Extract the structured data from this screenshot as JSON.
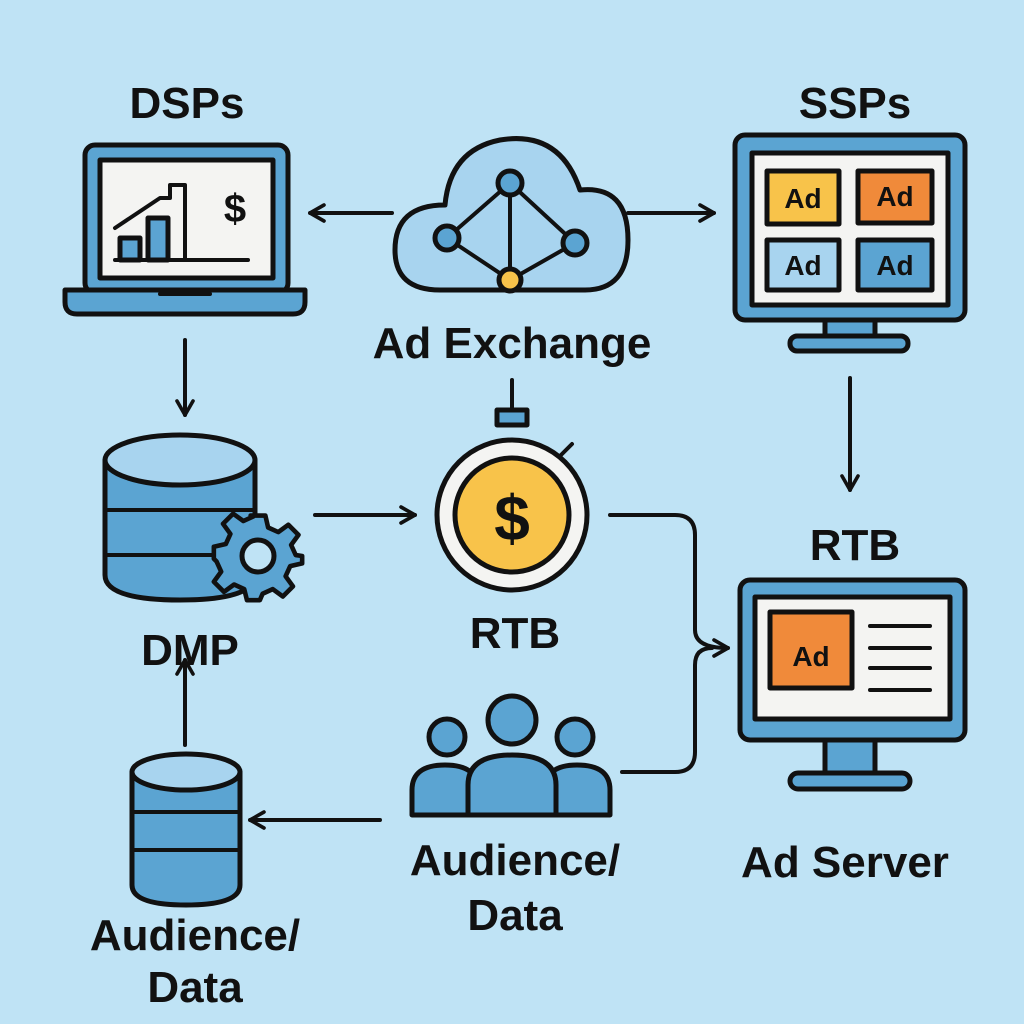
{
  "labels": {
    "dsps": "DSPs",
    "ssps": "SSPs",
    "ad_exchange": "Ad Exchange",
    "dmp": "DMP",
    "rtb_center": "RTB",
    "rtb_right": "RTB",
    "ad_server": "Ad Server",
    "audience_center_1": "Audience/",
    "audience_center_2": "Data",
    "audience_left_1": "Audience/",
    "audience_left_2": "Data"
  },
  "ads": {
    "ad1": "Ad",
    "ad2": "Ad",
    "ad3": "Ad",
    "ad4": "Ad",
    "ad_server": "Ad"
  },
  "symbols": {
    "dollar_laptop": "$",
    "dollar_rtb": "$"
  },
  "icons": [
    "laptop-chart-icon",
    "cloud-network-icon",
    "monitor-ads-icon",
    "database-gear-icon",
    "stopwatch-dollar-icon",
    "monitor-ad-icon",
    "audience-icon",
    "database-icon"
  ],
  "colors": {
    "background": "#bfe3f5",
    "blue": "#5ba4d2",
    "light_blue": "#a8d4ef",
    "yellow": "#f8c34a",
    "orange": "#f08a3a",
    "screen": "#f4f4f2"
  }
}
